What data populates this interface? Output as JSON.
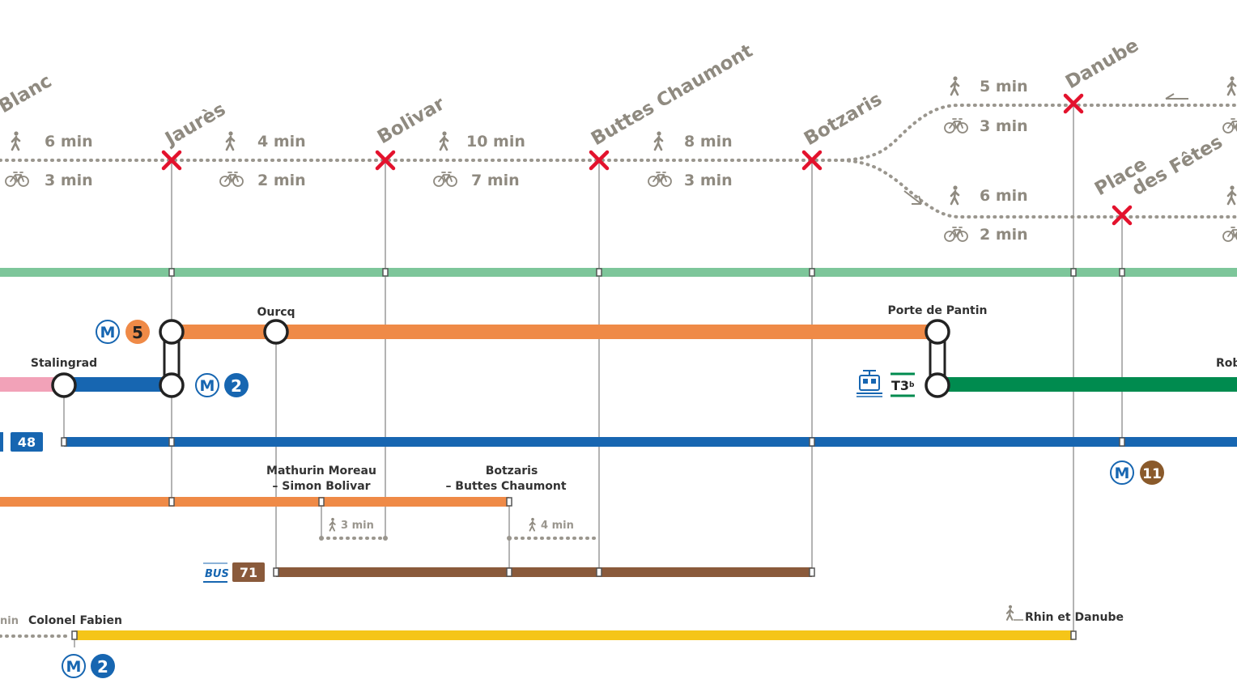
{
  "walking_stations": {
    "blanc": "Blanc",
    "jaures": "Jaurès",
    "bolivar": "Bolivar",
    "buttes_chaumont": "Buttes Chaumont",
    "botzaris": "Botzaris",
    "danube": "Danube",
    "place": "Place",
    "des_fetes": "des Fêtes"
  },
  "travel_times": {
    "walk_1": "6 min",
    "bike_1": "3 min",
    "walk_2": "4 min",
    "bike_2": "2 min",
    "walk_3": "10 min",
    "bike_3": "7 min",
    "walk_4": "8 min",
    "bike_4": "3 min",
    "walk_upper": "5 min",
    "bike_upper": "3 min",
    "walk_lower": "6 min",
    "bike_lower": "2 min",
    "walk_bolivar_transfer": "3 min",
    "walk_botzaris_transfer": "4 min",
    "walk_left_edge": "nin"
  },
  "stops": {
    "ourcq": "Ourcq",
    "porte_de_pantin": "Porte de Pantin",
    "stalingrad": "Stalingrad",
    "rob": "Rob",
    "mathurin_line1": "Mathurin Moreau",
    "mathurin_line2": "– Simon Bolivar",
    "botzaris_bus_line1": "Botzaris",
    "botzaris_bus_line2": "– Buttes Chaumont",
    "colonel_fabien": "Colonel Fabien",
    "rhin_et_danube": "Rhin et Danube"
  },
  "badges": {
    "metro_letter": "M",
    "m5": "5",
    "m2": "2",
    "m11": "11",
    "bus_48": "48",
    "bus_71": "71",
    "bus_label": "BUS",
    "tram": "T3",
    "tram_sub": "b"
  },
  "colors": {
    "green_line": "#7dc69a",
    "metro5": "#ef8a47",
    "metro2": "#1766b1",
    "bus48": "#1766b1",
    "bus_orange": "#ef8a47",
    "bus71": "#8a5a3b",
    "tram3b": "#008b4f",
    "yellow_line": "#f5c518",
    "pink_line": "#f2a2b8",
    "metro11": "#8a5a2b",
    "cross_red": "#e3122d",
    "dotted_grey": "#9a968e"
  }
}
